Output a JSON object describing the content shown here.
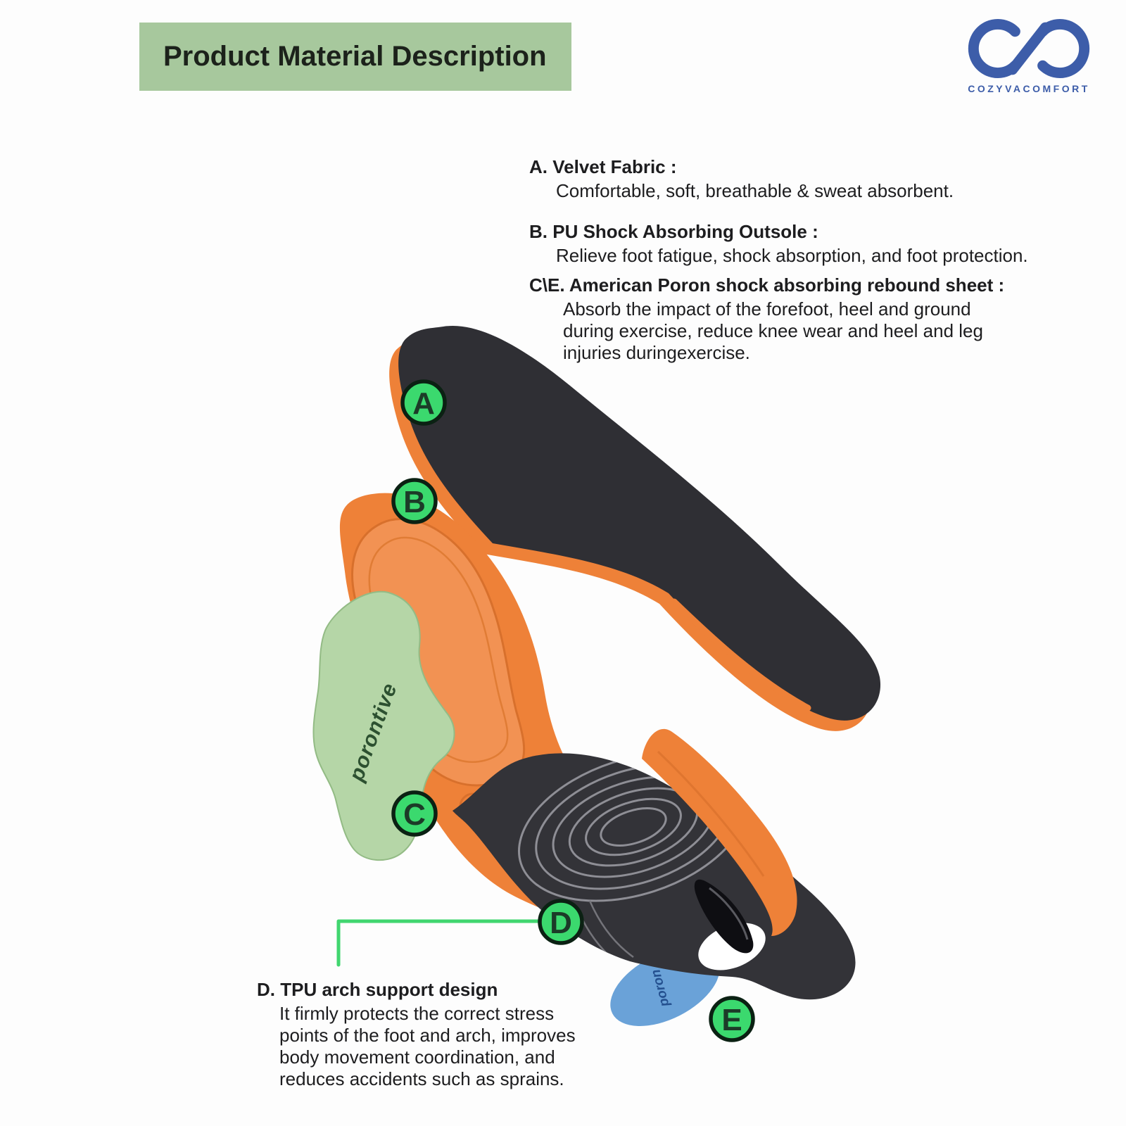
{
  "header": {
    "title": "Product Material Description",
    "bg_color": "#a7c89d"
  },
  "brand": {
    "name": "COZYVACOMFORT",
    "color": "#3d5da9"
  },
  "sections": {
    "a": {
      "heading": "A. Velvet Fabric :",
      "line1": "Comfortable, soft, breathable & sweat absorbent."
    },
    "b": {
      "heading": "B. PU Shock Absorbing Outsole :",
      "line1": "Relieve foot fatigue, shock absorption, and foot protection."
    },
    "ce": {
      "heading": "C\\E. American Poron shock absorbing rebound sheet :",
      "line1": "Absorb the impact of the forefoot, heel and ground",
      "line2": "during exercise, reduce knee wear and heel and leg",
      "line3": "injuries duringexercise."
    },
    "d": {
      "heading": "D. TPU arch support design",
      "line1": "It firmly protects the correct stress",
      "line2": "points of the foot and arch, improves",
      "line3": "body movement coordination, and",
      "line4": "reduces accidents such as sprains."
    }
  },
  "markers": {
    "a": "A",
    "b": "B",
    "c": "C",
    "d": "D",
    "e": "E"
  },
  "part_labels": {
    "poron_sheet": "porontive",
    "poron_heel_pad": "poron"
  },
  "colors": {
    "marker_green": "#3bd96e",
    "marker_border": "#0b2113",
    "connector_green": "#41d66f",
    "insole_orange": "#ee8138",
    "insole_orange_light": "#f29253",
    "velvet_dark": "#2f2f34",
    "poron_sheet_green": "#b5d6a7",
    "poron_pad_blue": "#6aa2d8",
    "tpu_dark": "#333338",
    "header_green": "#a7c89d",
    "brand_blue": "#3d5da9"
  }
}
